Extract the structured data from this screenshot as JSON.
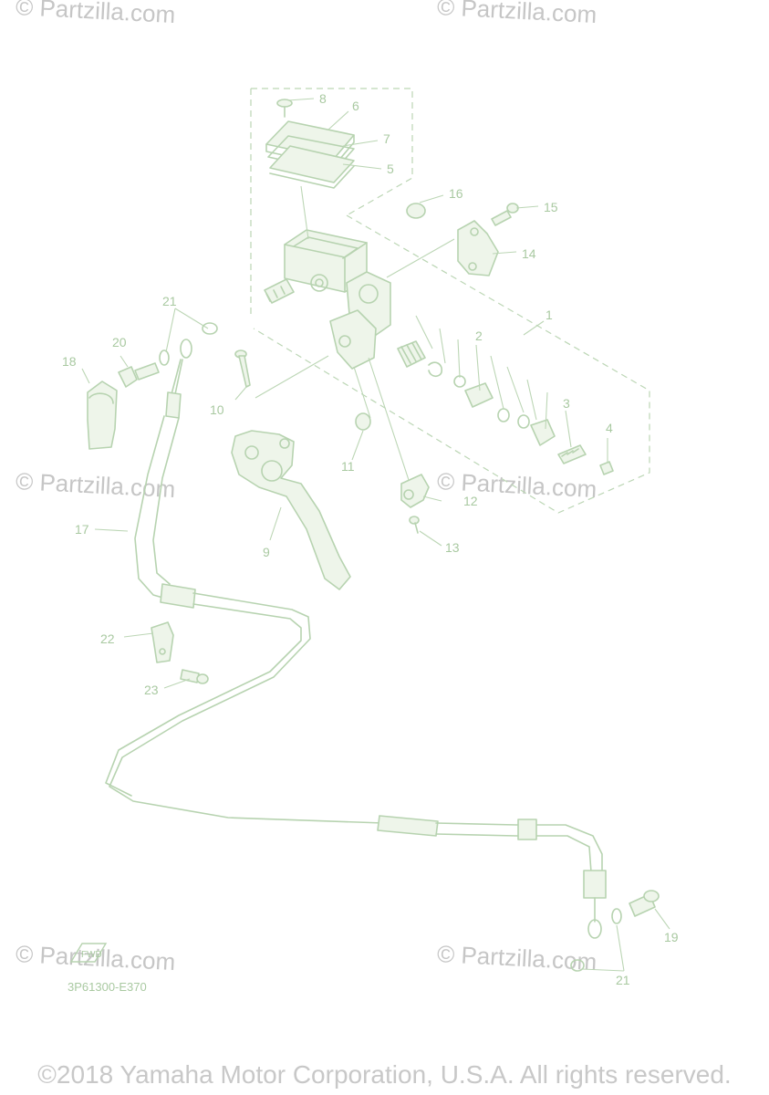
{
  "watermarks": [
    "© Partzilla.com",
    "© Partzilla.com",
    "© Partzilla.com",
    "© Partzilla.com",
    "© Partzilla.com",
    "© Partzilla.com"
  ],
  "callouts": {
    "c1": "1",
    "c2": "2",
    "c3": "3",
    "c4": "4",
    "c5": "5",
    "c6": "6",
    "c7": "7",
    "c8": "8",
    "c9": "9",
    "c10": "10",
    "c11": "11",
    "c12": "12",
    "c13": "13",
    "c14": "14",
    "c15": "15",
    "c16": "16",
    "c17": "17",
    "c18": "18",
    "c19": "19",
    "c20": "20",
    "c21a": "21",
    "c21b": "21",
    "c22": "22",
    "c23": "23"
  },
  "fwd_label": "FWD",
  "drawing_code": "3P61300-E370",
  "copyright": "©2018 Yamaha Motor Corporation, U.S.A. All rights reserved.",
  "colors": {
    "linework": "#b7d3b0",
    "callout_text": "#a9c9a1",
    "watermark": "#c6c6c6"
  }
}
